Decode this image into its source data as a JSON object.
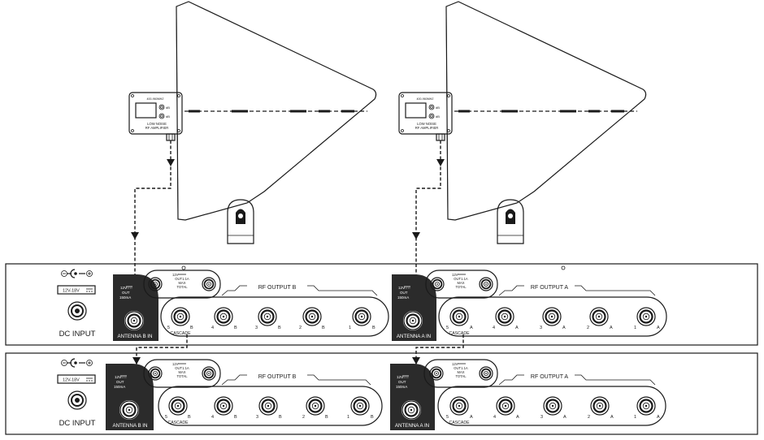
{
  "antenna": {
    "freq_label": "400-960MHZ",
    "lna_label_line1": "LOW NOISE",
    "lna_label_line2": "RF AMPLIFIER",
    "db_top": "dB",
    "db_bottom": "dB"
  },
  "unit": {
    "dc_input_label": "DC INPUT",
    "voltage_label": "12V-18V",
    "out_label": "12V ⎓ OUT1.1A MAX TOTAL",
    "out_line1": "12V",
    "out_line2": "OUT1.1A",
    "out_line3": "MAX",
    "out_line4": "TOTAL",
    "ant_power_line1": "12V",
    "ant_power_line2": "OUT",
    "ant_power_line3": "150mA",
    "cascade_label": "CASCADE",
    "section_b": {
      "antenna_in_label": "ANTENNA B IN",
      "rf_output_label": "RF OUTPUT B",
      "letter": "B"
    },
    "section_a": {
      "antenna_in_label": "ANTENNA A IN",
      "rf_output_label": "RF OUTPUT A",
      "letter": "A"
    },
    "port_numbers": [
      "5",
      "4",
      "3",
      "2",
      "1"
    ]
  }
}
